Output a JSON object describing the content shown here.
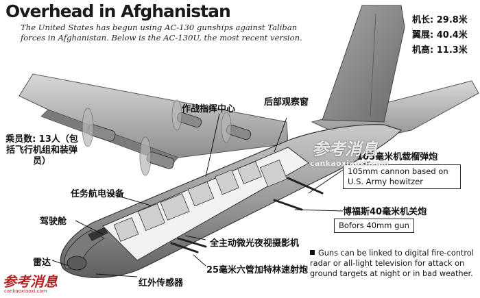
{
  "header": {
    "title": "Overhead in Afghanistan",
    "subtitle": "The United States has begun using AC-130 gunships against Taliban forces in Afghanistan. Below is the AC-130U, the most recent version."
  },
  "specs": {
    "length": "机长: 29.8米",
    "wingspan": "翼展: 40.4米",
    "height": "机高: 11.3米"
  },
  "labels": {
    "command_center": "作战指挥中心",
    "rear_window": "后部观察窗",
    "crew": "乘员数: 13人（包括飞行机组和装弹员）",
    "cannon_105_zh": "105毫米机载榴弹炮",
    "cannon_105_en": "105mm cannon based on U.S. Army howitzer",
    "bofors_zh": "博福斯40毫米机关炮",
    "bofors_en": "Bofors 40mm gun",
    "avionics": "任务航电设备",
    "cockpit": "驾驶舱",
    "night_camera": "全主动微光夜视摄影机",
    "radar": "雷达",
    "gatling_25": "25毫米六管加特林速射炮",
    "infrared": "红外传感器"
  },
  "note": "Guns can be linked to digital fire-control radar or all-light television for attack on ground targets at night or in bad weather.",
  "watermark": {
    "logo": "参考消息",
    "site": "cankaoxiaoxi.com",
    "corner_site": "cankaoxiaoxi.com"
  }
}
